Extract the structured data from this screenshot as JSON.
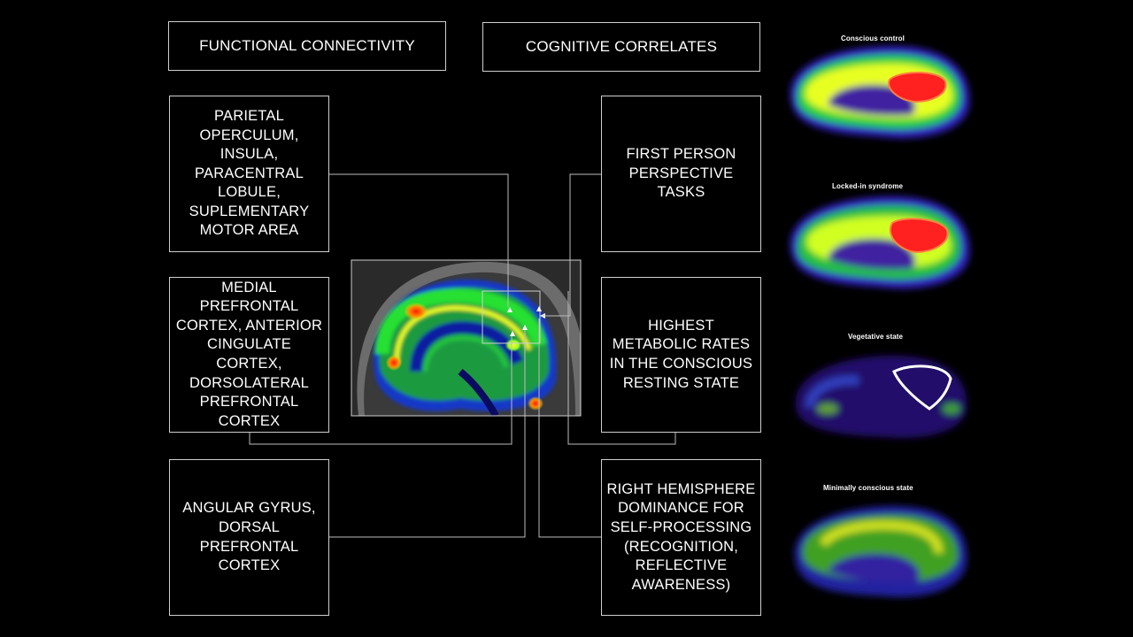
{
  "headers": {
    "functional_connectivity": "FUNCTIONAL CONNECTIVITY",
    "cognitive_correlates": "COGNITIVE CORRELATES"
  },
  "connectivity_boxes": [
    "PARIETAL\nOPERCULUM,\nINSULA,\nPARACENTRAL\nLOBULE,\nSUPLEMENTARY\nMOTOR AREA",
    "MEDIAL\nPREFRONTAL\nCORTEX, ANTERIOR\nCINGULATE\nCORTEX,\nDORSOLATERAL\nPREFRONTAL\nCORTEX",
    "ANGULAR GYRUS,\nDORSAL\nPREFRONTAL\nCORTEX"
  ],
  "correlate_boxes": [
    "FIRST PERSON\nPERSPECTIVE\nTASKS",
    "HIGHEST\nMETABOLIC RATES\nIN THE CONSCIOUS\nRESTING STATE",
    "RIGHT HEMISPHERE\nDOMINANCE FOR\nSELF-PROCESSING\n(RECOGNITION,\nREFLECTIVE\nAWARENESS)"
  ],
  "scans": [
    {
      "title": "Conscious control",
      "icon": "pet-scan-conscious-control"
    },
    {
      "title": "Locked-in syndrome",
      "icon": "pet-scan-locked-in"
    },
    {
      "title": "Vegetative state",
      "icon": "pet-scan-vegetative"
    },
    {
      "title": "Minimally conscious state",
      "icon": "pet-scan-minimally-conscious"
    }
  ],
  "colors": {
    "background": "#000000",
    "box_border": "#cfcfcf",
    "text": "#ffffff"
  }
}
